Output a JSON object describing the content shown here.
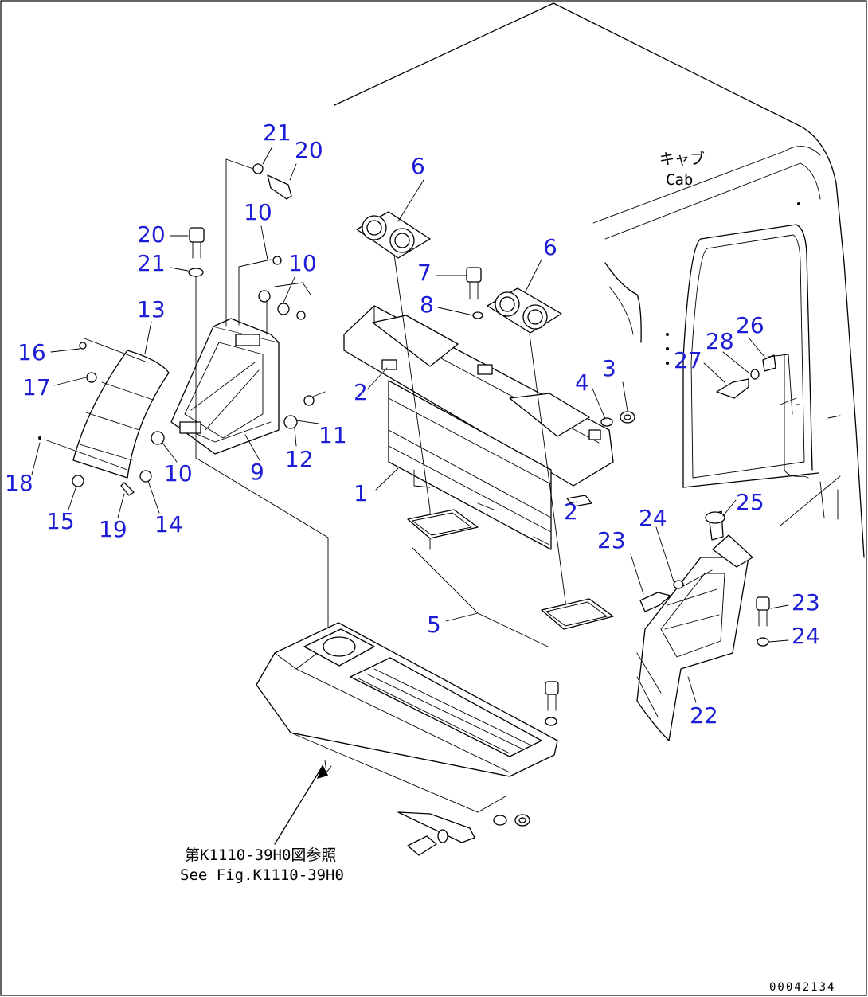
{
  "callouts": [
    {
      "id": "1",
      "label": "1"
    },
    {
      "id": "2a",
      "label": "2"
    },
    {
      "id": "2b",
      "label": "2"
    },
    {
      "id": "3",
      "label": "3"
    },
    {
      "id": "4",
      "label": "4"
    },
    {
      "id": "5",
      "label": "5"
    },
    {
      "id": "6a",
      "label": "6"
    },
    {
      "id": "6b",
      "label": "6"
    },
    {
      "id": "7",
      "label": "7"
    },
    {
      "id": "8",
      "label": "8"
    },
    {
      "id": "9",
      "label": "9"
    },
    {
      "id": "10a",
      "label": "10"
    },
    {
      "id": "10b",
      "label": "10"
    },
    {
      "id": "10c",
      "label": "10"
    },
    {
      "id": "11",
      "label": "11"
    },
    {
      "id": "12",
      "label": "12"
    },
    {
      "id": "13",
      "label": "13"
    },
    {
      "id": "14",
      "label": "14"
    },
    {
      "id": "15",
      "label": "15"
    },
    {
      "id": "16",
      "label": "16"
    },
    {
      "id": "17",
      "label": "17"
    },
    {
      "id": "18",
      "label": "18"
    },
    {
      "id": "19",
      "label": "19"
    },
    {
      "id": "20a",
      "label": "20"
    },
    {
      "id": "20b",
      "label": "20"
    },
    {
      "id": "21a",
      "label": "21"
    },
    {
      "id": "21b",
      "label": "21"
    },
    {
      "id": "22",
      "label": "22"
    },
    {
      "id": "23a",
      "label": "23"
    },
    {
      "id": "23b",
      "label": "23"
    },
    {
      "id": "24a",
      "label": "24"
    },
    {
      "id": "24b",
      "label": "24"
    },
    {
      "id": "25",
      "label": "25"
    },
    {
      "id": "26",
      "label": "26"
    },
    {
      "id": "27",
      "label": "27"
    },
    {
      "id": "28",
      "label": "28"
    }
  ],
  "cab_label": {
    "jp": "キャブ",
    "en": "Cab"
  },
  "reference": {
    "jp": "第K1110-39H0図参照",
    "en": "See Fig.K1110-39H0"
  },
  "drawing_code": "00042134",
  "colors": {
    "callout": "#1d1dd6",
    "line": "#000000",
    "background": "#ffffff"
  }
}
